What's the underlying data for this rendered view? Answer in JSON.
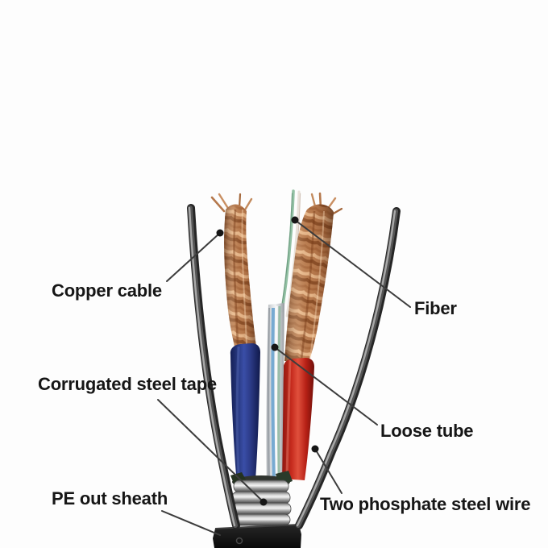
{
  "diagram": {
    "type": "labeled-product-diagram",
    "subject": "hybrid fiber optic + copper cable cross-section",
    "labels": [
      {
        "id": "copper-cable",
        "text": "Copper cable"
      },
      {
        "id": "fiber",
        "text": "Fiber"
      },
      {
        "id": "corrugated-steel-tape",
        "text": "Corrugated steel tape"
      },
      {
        "id": "loose-tube",
        "text": "Loose tube"
      },
      {
        "id": "pe-out-sheath",
        "text": "PE out sheath"
      },
      {
        "id": "two-phosphate-steel-wire",
        "text": "Two phosphate steel wire"
      }
    ],
    "colors": {
      "background": "#fdfdfd",
      "label_text": "#161616",
      "annotation_line": "#3c3c3c",
      "annotation_dot": "#161616",
      "copper": "#b97c4f",
      "copper_highlight": "#e8b98c",
      "copper_shadow": "#8a4f28",
      "blue_wire": "#27387f",
      "red_wire": "#c62b1d",
      "loose_tube": "#d7dadd",
      "loose_tube_fiber_blue": "#6aa3cf",
      "fiber_green": "#93c1a4",
      "fiber_white": "#e9e2da",
      "steel_wire": "#2f2f2f",
      "corrugated_tape": "#bdbdbd",
      "pe_sheath": "#141414"
    }
  }
}
